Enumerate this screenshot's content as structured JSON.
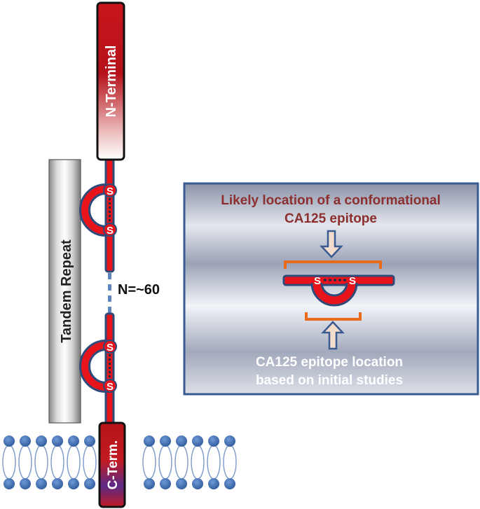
{
  "labels": {
    "n_terminal": "N-Terminal",
    "c_terminal": "C-Term.",
    "tandem_repeat": "Tandem Repeat",
    "repeat_count": "N=~60",
    "disulfide_s": "S"
  },
  "inset": {
    "conformational_line1": "Likely location of a conformational",
    "conformational_line2": "CA125 epitope",
    "initial_line1": "CA125 epitope location",
    "initial_line2": "based on initial studies"
  },
  "colors": {
    "protein_red": "#e8141c",
    "outline_navy": "#2e4a7a",
    "bracket_orange": "#e86a1a",
    "membrane_blue": "#3b68a8",
    "title_red": "#8c2f2f",
    "c_term_purple": "#5b2a86"
  }
}
